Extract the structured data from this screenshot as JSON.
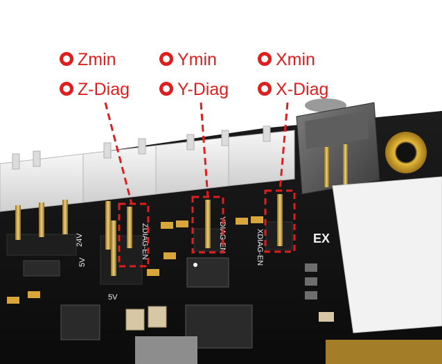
{
  "colors": {
    "accent_red": "#e01e1e",
    "board": "#141414",
    "connector_white": "#ececec",
    "pin_gold": "#c8a24a",
    "chip_dark": "#2a2a2a",
    "mount_gold": "#d4a72c"
  },
  "labels": {
    "z": {
      "top": "Zmin",
      "bottom": "Z-Diag"
    },
    "y": {
      "top": "Ymin",
      "bottom": "Y-Diag"
    },
    "x": {
      "top": "Xmin",
      "bottom": "X-Diag"
    }
  },
  "silkscreen": {
    "v24": "24V",
    "v5a": "5V",
    "v5b": "5V",
    "z_en": "ZDIAG-EN",
    "y_en": "YDIAG-EN",
    "x_en": "XDIAG-EN",
    "ex": "EX"
  },
  "icons": {
    "label_marker": "red-ring-bullet-icon"
  }
}
